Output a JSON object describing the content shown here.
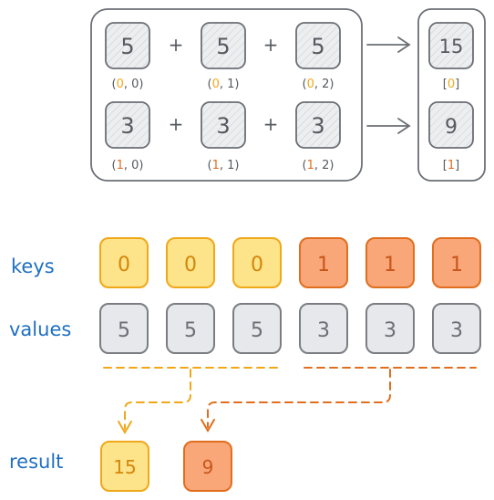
{
  "matrix": {
    "rows": [
      {
        "cells": [
          {
            "value": "5",
            "row_index": "0",
            "col_index": "0"
          },
          {
            "value": "5",
            "row_index": "0",
            "col_index": "1"
          },
          {
            "value": "5",
            "row_index": "0",
            "col_index": "2"
          }
        ],
        "result": "15",
        "result_index": "0"
      },
      {
        "cells": [
          {
            "value": "3",
            "row_index": "1",
            "col_index": "0"
          },
          {
            "value": "3",
            "row_index": "1",
            "col_index": "1"
          },
          {
            "value": "3",
            "row_index": "1",
            "col_index": "2"
          }
        ],
        "result": "9",
        "result_index": "1"
      }
    ],
    "operator": "+"
  },
  "keys": {
    "label": "keys",
    "items": [
      "0",
      "0",
      "0",
      "1",
      "1",
      "1"
    ]
  },
  "values": {
    "label": "values",
    "items": [
      "5",
      "5",
      "5",
      "3",
      "3",
      "3"
    ]
  },
  "result": {
    "label": "result",
    "items": [
      "15",
      "9"
    ]
  },
  "colors": {
    "key0_fill": "#fde38a",
    "key0_stroke": "#f0a81a",
    "key1_fill": "#f9a679",
    "key1_stroke": "#e06e1e",
    "value_fill": "#e6e8eb",
    "value_stroke": "#7a7d82",
    "label_blue": "#1f6fc2",
    "index0": "#f0a81a",
    "index1": "#e06e1e",
    "text": "#555a60"
  }
}
